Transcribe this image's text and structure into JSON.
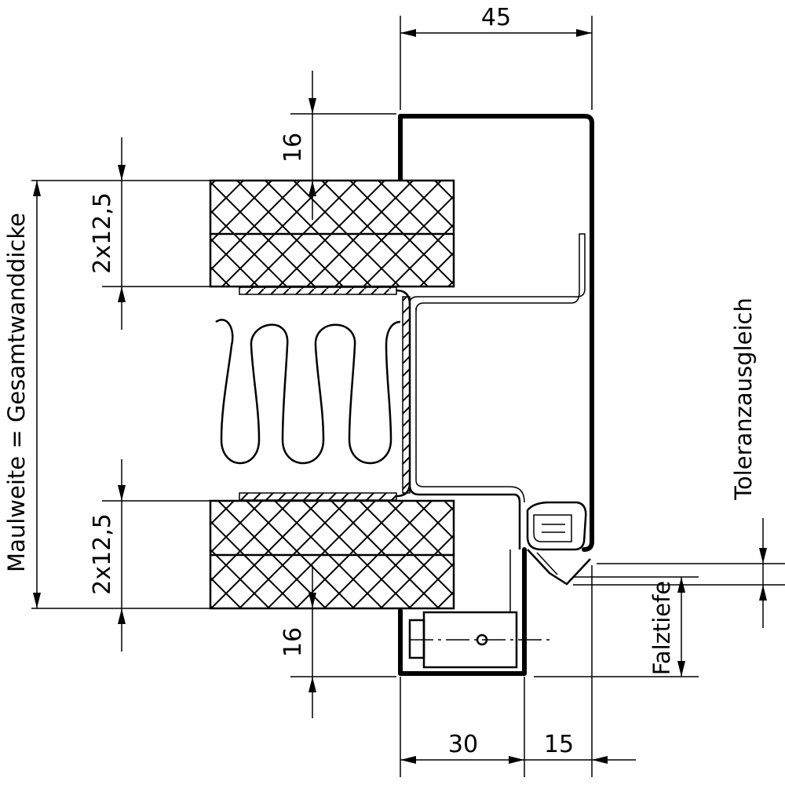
{
  "dimensions": {
    "top_width": "45",
    "bottom_left": "30",
    "bottom_right": "15",
    "upper_overlap": "16",
    "lower_overlap": "16",
    "upper_board": "2x12,5",
    "lower_board": "2x12,5"
  },
  "labels": {
    "wall_thickness": "Maulweite = Gesamtwanddicke",
    "tolerance": "Toleranzausgleich",
    "rebate_depth": "Falztiefe"
  }
}
